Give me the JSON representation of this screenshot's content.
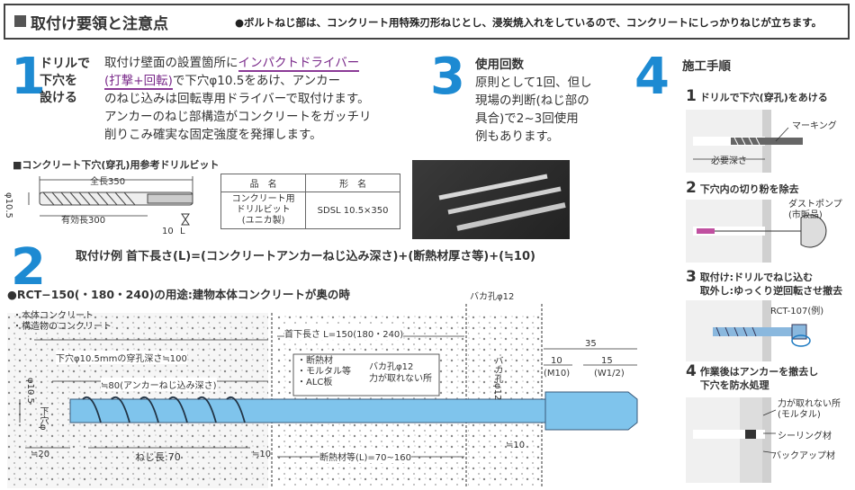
{
  "header": {
    "title": "取付け要領と注意点",
    "note": "●ボルトねじ部は、コンクリート用特殊刃形ねじとし、浸炭焼入れをしているので、コンクリートにしっかりねじが立ちます。"
  },
  "section1": {
    "number": "1",
    "heading": [
      "ドリルで",
      "下穴を",
      "設ける"
    ],
    "body": {
      "line1_pre": "取付け壁面の設置箇所に",
      "line1_hl": "インパクトドライバー",
      "line2_hl": "(打撃+回転)",
      "line2_post": "で下穴φ10.5をあけ、アンカー",
      "line3": "のねじ込みは回転専用ドライバーで取付けます。",
      "line4": "アンカーのねじ部構造がコンクリートをガッチリ",
      "line5": "削りこみ確実な固定強度を発揮します。"
    },
    "drill_title": "■コンクリート下穴(穿孔)用参考ドリルビット",
    "drill_labels": {
      "total": "全長350",
      "effective": "有効長300",
      "diameter": "φ10.5",
      "tip": "10",
      "mark": "L"
    },
    "table": {
      "headers": [
        "品　名",
        "形　名"
      ],
      "row_name": [
        "コンクリート用",
        "ドリルビット",
        "(ユニカ製)"
      ],
      "row_model": "SDSL 10.5×350"
    }
  },
  "section3": {
    "number": "3",
    "heading": "使用回数",
    "lines": [
      "原則として1回、但し",
      "現場の判断(ねじ部の",
      "具合)で2~3回使用",
      "例もあります。"
    ]
  },
  "section4": {
    "number": "4",
    "heading": "施工手順",
    "steps": [
      {
        "n": "1",
        "text": [
          "ドリルで下穴(穿孔)をあける"
        ],
        "labels": [
          "マーキング",
          "必要深さ"
        ]
      },
      {
        "n": "2",
        "text": [
          "下穴内の切り粉を除去"
        ],
        "labels": [
          "ダストポンプ",
          "(市販品)"
        ]
      },
      {
        "n": "3",
        "text": [
          "取付け:ドリルでねじ込む",
          "取外し:ゆっくり逆回転させ撤去"
        ],
        "labels": [
          "RCT-107(例)"
        ]
      },
      {
        "n": "4",
        "text": [
          "作業後はアンカーを撤去し",
          "下穴を防水処理"
        ],
        "labels": [
          "力が取れない所",
          "(モルタル)",
          "シーリング材",
          "バックアップ材"
        ]
      }
    ]
  },
  "section2": {
    "number": "2",
    "heading": "取付け例",
    "formula": "首下長さ(L)=(コンクリートアンカーねじ込み深さ)+(断熱材厚さ等)+(≒10)",
    "subtitle": "●RCT−150(・180・240)の用途:建物本体コンクリートが奥の時",
    "labels": {
      "concrete1": "・本体コンクリート",
      "concrete2": "・構造物のコンクリート",
      "bakahole_top": "バカ孔φ12",
      "neck_length": "首下長さ L=150(180・240)",
      "drill_depth": "下穴φ10.5mmの穿孔深さ≒100",
      "depth80": "≒80(アンカーねじ込み深さ)",
      "insulation": [
        "・断熱材",
        "・モルタル等",
        "・ALC板"
      ],
      "bakahole_note": [
        "バカ孔φ12",
        "力が取れない所"
      ],
      "bakahole_vert": "バカ孔φ12",
      "dia_left": "φ10.5",
      "dia_left2": "下穴φ",
      "dim35": "35",
      "dim10": "10",
      "m10": "(M10)",
      "dim15": "15",
      "w12": "(W1/2)",
      "approx20": "≒20",
      "thread70": "ねじ長:70",
      "approx10a": "≒10",
      "approx10b": "≒10",
      "insul_len": "断熱材等(L)=70~160"
    }
  }
}
